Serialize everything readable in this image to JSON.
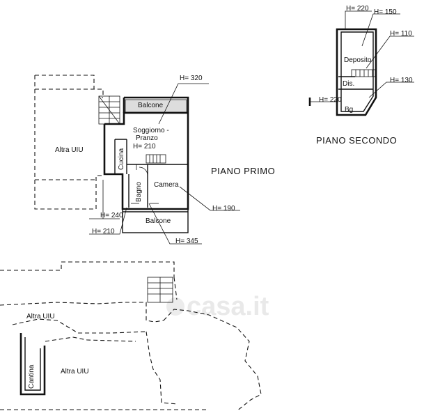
{
  "floor_plan": {
    "sections": {
      "piano_primo": "PIANO PRIMO",
      "piano_secondo": "PIANO SECONDO"
    },
    "rooms": {
      "altra_uiu_top": "Altra UIU",
      "balcone_top": "Balcone",
      "soggiorno_line1": "Soggiorno -",
      "soggiorno_line2": "Pranzo",
      "soggiorno_height": "H= 210",
      "cucina": "Cucina",
      "bagno": "Bagno",
      "camera": "Camera",
      "balcone_bottom": "Balcone",
      "deposito": "Deposito",
      "dis": "Dis.",
      "bg": "Bg",
      "altra_uiu_basement_1": "Altra UIU",
      "altra_uiu_basement_2": "Altra UIU",
      "cantina": "Cantina"
    },
    "heights": {
      "h320": "H= 320",
      "h240": "H= 240",
      "h210": "H= 210",
      "h190": "H= 190",
      "h345": "H= 345",
      "h220_top": "H= 220",
      "h150": "H= 150",
      "h110": "H= 110",
      "h130": "H= 130",
      "h220_left": "H= 220"
    },
    "watermark": "casa.it"
  }
}
